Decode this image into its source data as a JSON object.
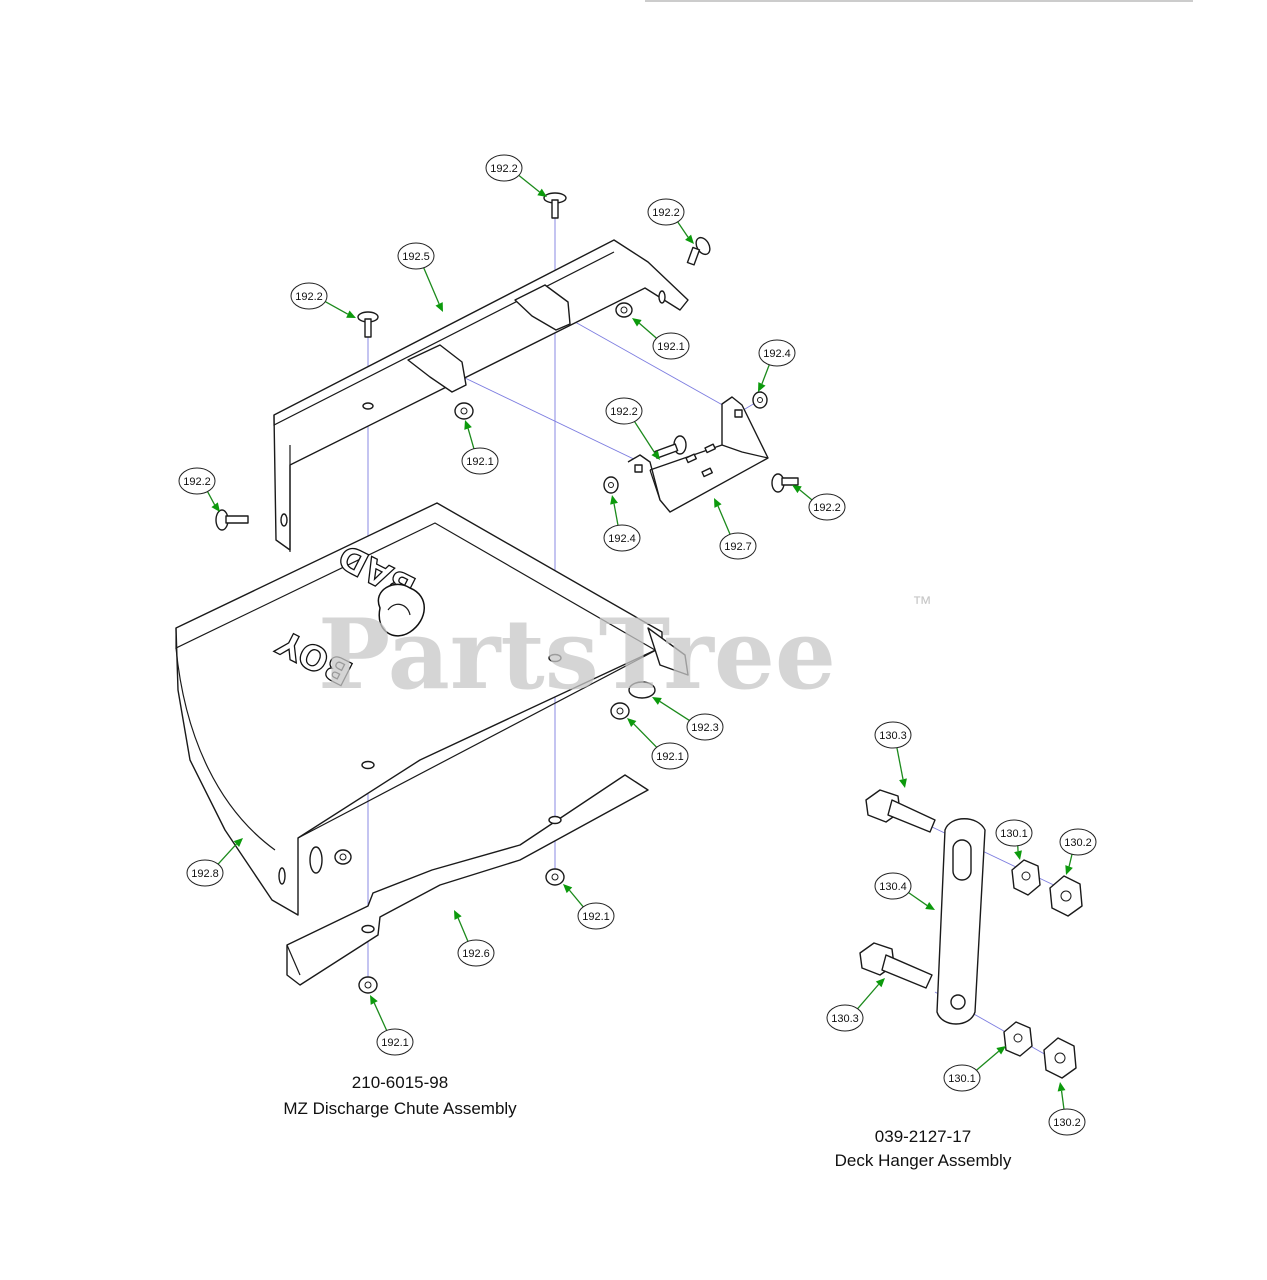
{
  "watermark": {
    "text": "PartsTree",
    "trademark": "™"
  },
  "logo": {
    "brand_text_a": "BAD",
    "brand_text_b": "BOY"
  },
  "assemblies": [
    {
      "part_number": "210-6015-98",
      "name": "MZ Discharge Chute Assembly"
    },
    {
      "part_number": "039-2127-17",
      "name": "Deck Hanger Assembly"
    }
  ],
  "callouts": [
    "192.2",
    "192.2",
    "192.5",
    "192.2",
    "192.1",
    "192.4",
    "192.2",
    "192.1",
    "192.2",
    "192.2",
    "192.4",
    "192.7",
    "192.3",
    "192.1",
    "192.8",
    "192.1",
    "192.6",
    "192.1",
    "130.3",
    "130.1",
    "130.2",
    "130.4",
    "130.3",
    "130.1",
    "130.2"
  ],
  "colors": {
    "leader": "#1c8a1c",
    "axis": "#7d7de0",
    "watermark": "#c8c8c8"
  }
}
